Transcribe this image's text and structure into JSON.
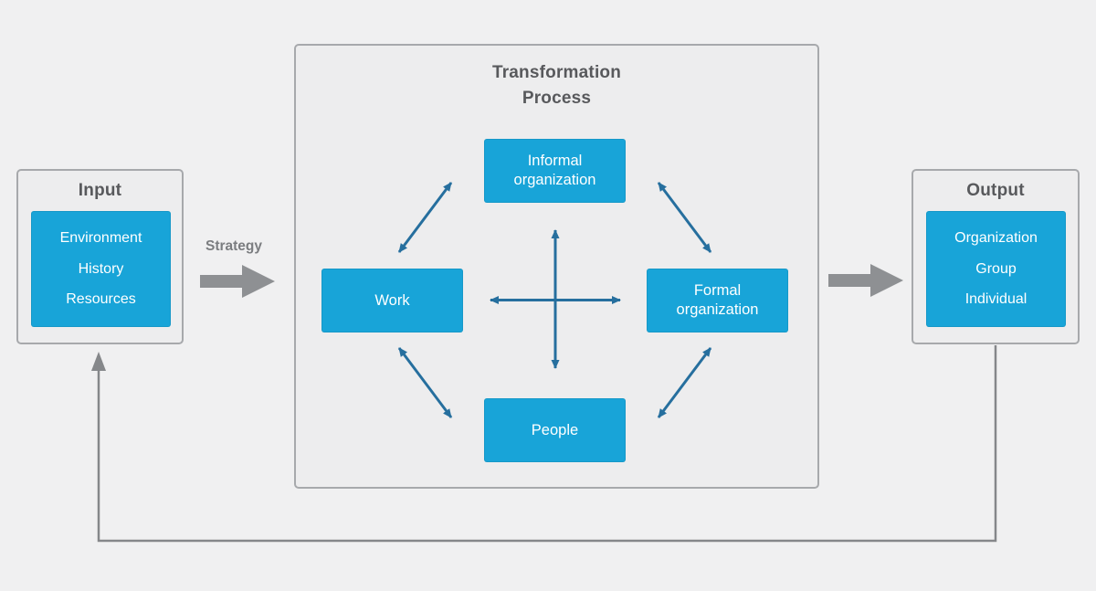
{
  "colors": {
    "background": "#f0f0f1",
    "panel_fill": "#ededee",
    "panel_border": "#a7a9ac",
    "node_blue": "#18a4d8",
    "node_text": "#ffffff",
    "arrow_blue": "#266f9e",
    "arrow_gray": "#8e9093",
    "feedback_gray": "#85878a",
    "heading_gray": "#58595c",
    "strategy_label_gray": "#7b7d80"
  },
  "input_panel": {
    "title": "Input",
    "items": [
      "Environment",
      "History",
      "Resources"
    ]
  },
  "strategy": {
    "label": "Strategy"
  },
  "transformation_panel": {
    "title_line1": "Transformation",
    "title_line2": "Process",
    "nodes": {
      "top": "Informal organization",
      "left": "Work",
      "right": "Formal organization",
      "bottom": "People"
    }
  },
  "output_panel": {
    "title": "Output",
    "items": [
      "Organization",
      "Group",
      "Individual"
    ]
  }
}
